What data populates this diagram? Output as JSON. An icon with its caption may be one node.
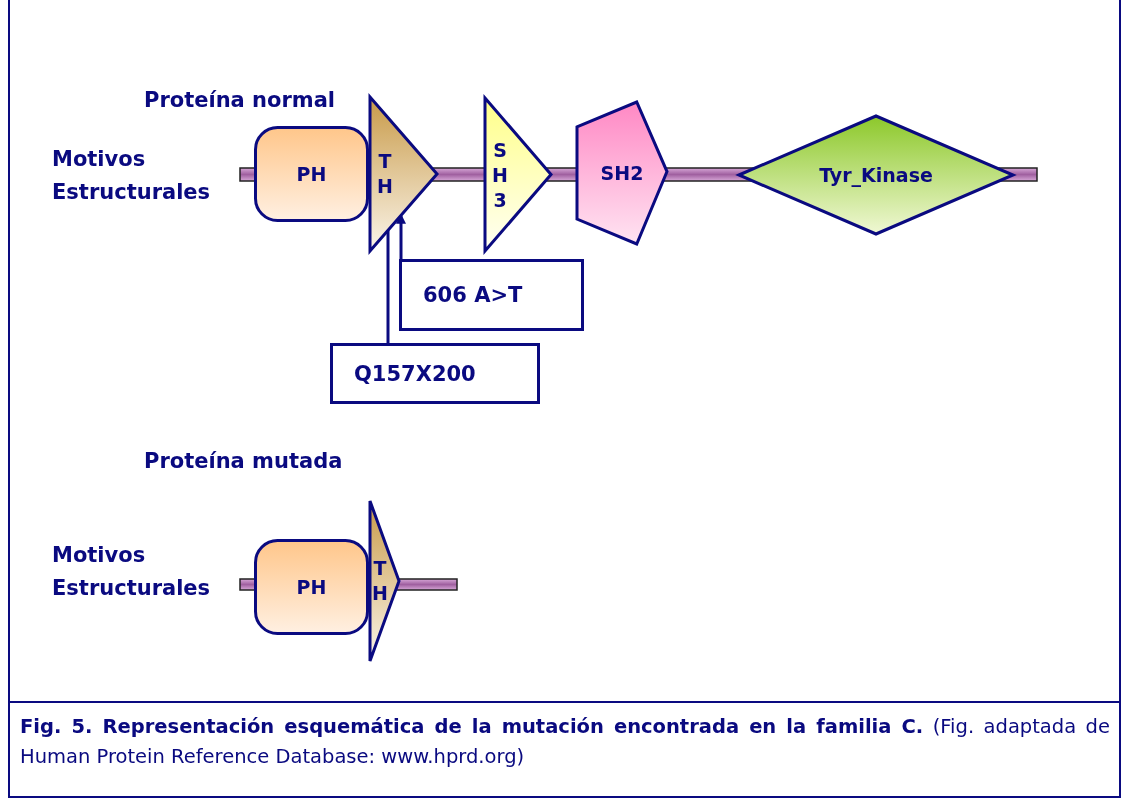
{
  "diagram": {
    "caption": "**Fig. 5. Representación esquemática de la mutación encontrada en la familia C.** (Fig. adaptada de Human Protein Reference Database: www.hprd.org)",
    "nodes": [
      {
        "text": [
          "PH"
        ]
      },
      {
        "text": [
          "T H"
        ]
      },
      {
        "text": [
          "S H 3"
        ]
      },
      {
        "text": [
          "SH2"
        ]
      },
      {
        "text": [
          "Tyr_Kinase"
        ]
      },
      {
        "text": [
          "606 A>T"
        ]
      },
      {
        "text": [
          "Q157X200"
        ]
      },
      {
        "text": [
          "PH"
        ]
      },
      {
        "text": [
          "T H"
        ]
      }
    ],
    "edges": [
      {
        "from": 5,
        "to": 1,
        "arrow": "to"
      },
      {
        "from": 6,
        "to": 1,
        "arrow": "none"
      }
    ],
    "labels": [
      "Proteína normal",
      "Motivos Estructurales",
      "Proteína mutada",
      "Motivos Estructurales"
    ]
  }
}
